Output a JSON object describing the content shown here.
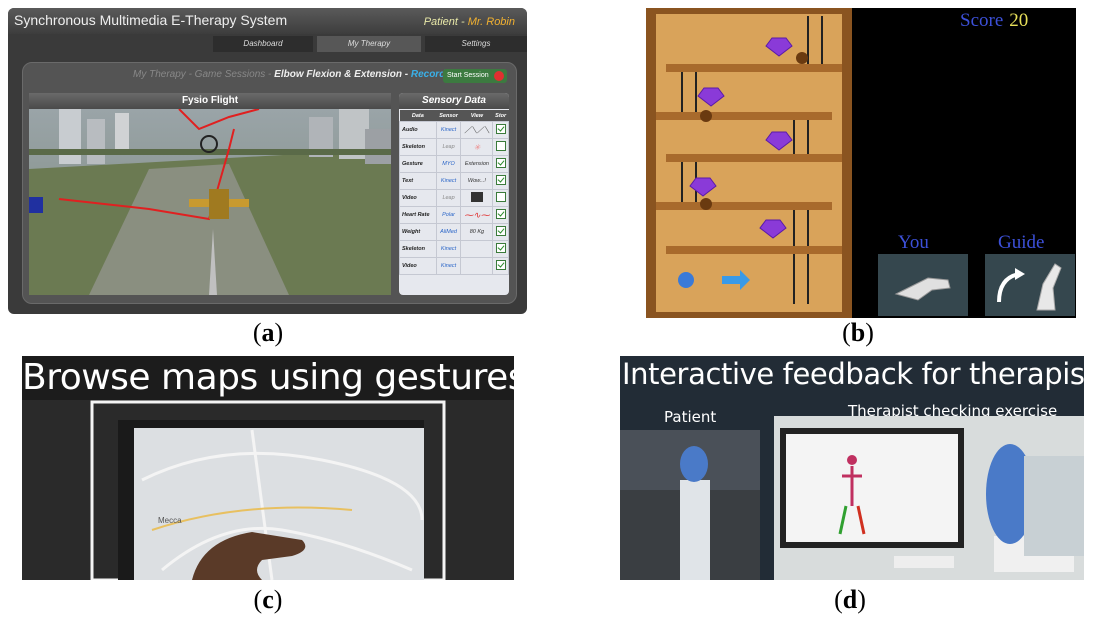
{
  "panel_a": {
    "app_title": "Synchronous Multimedia E-Therapy System",
    "patient_label": "Patient - ",
    "patient_name": "Mr. Robin",
    "tabs": [
      {
        "label": "Dashboard"
      },
      {
        "label": "My Therapy"
      },
      {
        "label": "Settings"
      }
    ],
    "breadcrumb_prefix": "My Therapy - Game Sessions - ",
    "breadcrumb_exercise": "Elbow Flexion & Extension - ",
    "breadcrumb_mode": "Recorder",
    "start_session_label": "Start Session",
    "game_title": "Fysio Flight",
    "sensory_title": "Sensory Data",
    "sensory_headers": [
      "Data",
      "Sensor",
      "View",
      "Stor"
    ],
    "sensory_rows": [
      {
        "data": "Audio",
        "sensor": "Kinect",
        "view": "",
        "stored": true
      },
      {
        "data": "Skeleton",
        "sensor": "Leap",
        "view": "",
        "stored": false
      },
      {
        "data": "Gesture",
        "sensor": "MYO",
        "view": "Extension",
        "stored": true
      },
      {
        "data": "Text",
        "sensor": "Kinect",
        "view": "Wow...!",
        "stored": true
      },
      {
        "data": "Video",
        "sensor": "Leap",
        "view": "",
        "stored": false
      },
      {
        "data": "Heart Rate",
        "sensor": "Polar",
        "view": "",
        "stored": true
      },
      {
        "data": "Weight",
        "sensor": "AliMed",
        "view": "80 Kg",
        "stored": true
      },
      {
        "data": "Skeleton",
        "sensor": "Kinect",
        "view": "",
        "stored": true
      },
      {
        "data": "Video",
        "sensor": "Kinect",
        "view": "",
        "stored": true
      }
    ]
  },
  "panel_b": {
    "score_label": "Score",
    "score_value": "20",
    "you_label": "You",
    "guide_label": "Guide"
  },
  "panel_c": {
    "title": "Browse maps using gestures",
    "map_label": "Mecca"
  },
  "panel_d": {
    "title": "Interactive feedback for therapist",
    "left_label": "Patient",
    "right_label": "Therapist checking exercise"
  },
  "captions": {
    "a": "a",
    "b": "b",
    "c": "c",
    "d": "d"
  },
  "colors": {
    "recorder_blue": "#3ab0e8",
    "patient_name_orange": "#f0b030",
    "game_text_blue": "#3c50d8",
    "score_yellow": "#e8e05a",
    "diamond_purple": "#8a3ad8"
  }
}
